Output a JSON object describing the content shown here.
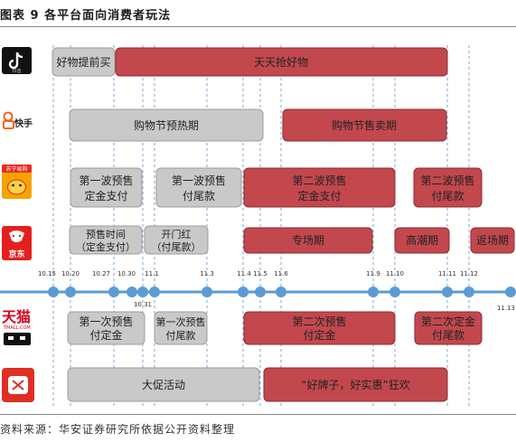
{
  "title": "图表 9 各平台面向消费者玩法",
  "source": "资料来源：华安证券研究所依据公开资料整理",
  "timeline_labels": [
    {
      "text": "10.15"
    },
    {
      "text": "10.20"
    },
    {
      "text": "10.27"
    },
    {
      "text": "10.30"
    },
    {
      "text": "10.31"
    },
    {
      "text": "11.1"
    },
    {
      "text": "11.3"
    },
    {
      "text": "11.4"
    },
    {
      "text": "11.5"
    },
    {
      "text": "11.6"
    },
    {
      "text": "11.9"
    },
    {
      "text": "11.10"
    },
    {
      "text": "11.11"
    },
    {
      "text": "11.12"
    },
    {
      "text": "11.13"
    }
  ],
  "platforms": {
    "douyin": {
      "logo_text": "抖音",
      "icon": "douyin-logo"
    },
    "kuaishou": {
      "logo_text": "快手",
      "icon": "kuaishou-logo"
    },
    "suning": {
      "logo_text": "苏宁易购",
      "icon": "suning-logo"
    },
    "jd": {
      "logo_text": "京东",
      "icon": "jd-logo"
    },
    "tmall": {
      "logo_text": "天猫",
      "logo_sub": "TMALL.COM",
      "icon": "tmall-logo"
    },
    "pinduoduo": {
      "icon": "pinduoduo-logo"
    }
  },
  "boxes": {
    "douyin_1": "好物提前买",
    "douyin_2": "天天抢好物",
    "kuaishou_1": "购物节预热期",
    "kuaishou_2": "购物节售卖期",
    "suning_1a": "第一波预售",
    "suning_1b": "定金支付",
    "suning_2a": "第一波预售",
    "suning_2b": "付尾款",
    "suning_3a": "第二波预售",
    "suning_3b": "定金支付",
    "suning_4a": "第二波预售",
    "suning_4b": "付尾款",
    "jd_1a": "预售时间",
    "jd_1b": "（定金支付）",
    "jd_2a": "开门红",
    "jd_2b": "（付尾款）",
    "jd_3": "专场期",
    "jd_4": "高潮期",
    "jd_5": "返场期",
    "tmall_1a": "第一次预售",
    "tmall_1b": "付定金",
    "tmall_2a": "第一次预售",
    "tmall_2b": "付尾款",
    "tmall_3a": "第二次预售",
    "tmall_3b": "付定金",
    "tmall_4a": "第二次定金",
    "tmall_4b": "付尾款",
    "pdd_1": "大促活动",
    "pdd_2": "“好牌子，好实惠”狂欢"
  },
  "colors": {
    "gray_box": "#c9c9c9",
    "red_box": "#c2484e",
    "timeline": "#5b9bd5",
    "guide": "#7da7d1"
  }
}
